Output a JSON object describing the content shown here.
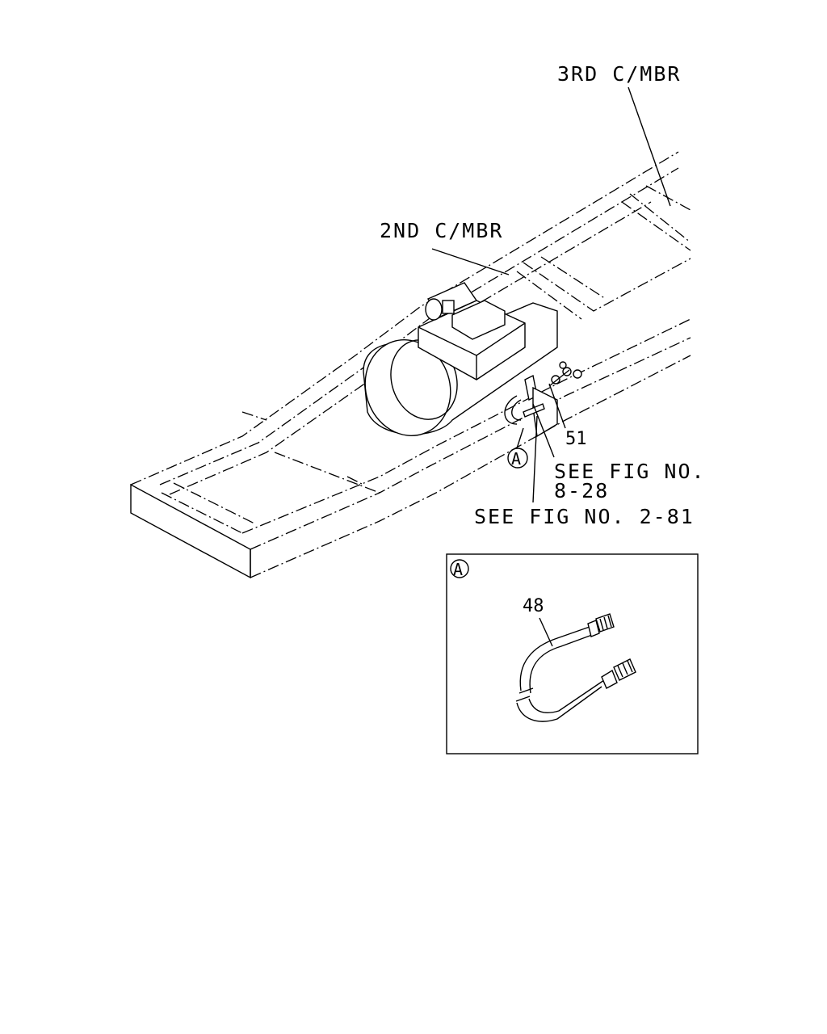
{
  "labels": {
    "third_crossmember": "3RD C/MBR",
    "second_crossmember": "2ND C/MBR",
    "part_51": "51",
    "see_fig_8_28_line1": "SEE FIG NO.",
    "see_fig_8_28_line2": "8-28",
    "see_fig_2_81": "SEE FIG NO. 2-81",
    "callout_a": "A",
    "detail_a_marker": "A",
    "part_48": "48"
  },
  "icons": {
    "callout": "circled-letter-icon",
    "hose": "brake-hose-icon"
  },
  "colors": {
    "ink": "#000000",
    "paper": "#ffffff"
  }
}
